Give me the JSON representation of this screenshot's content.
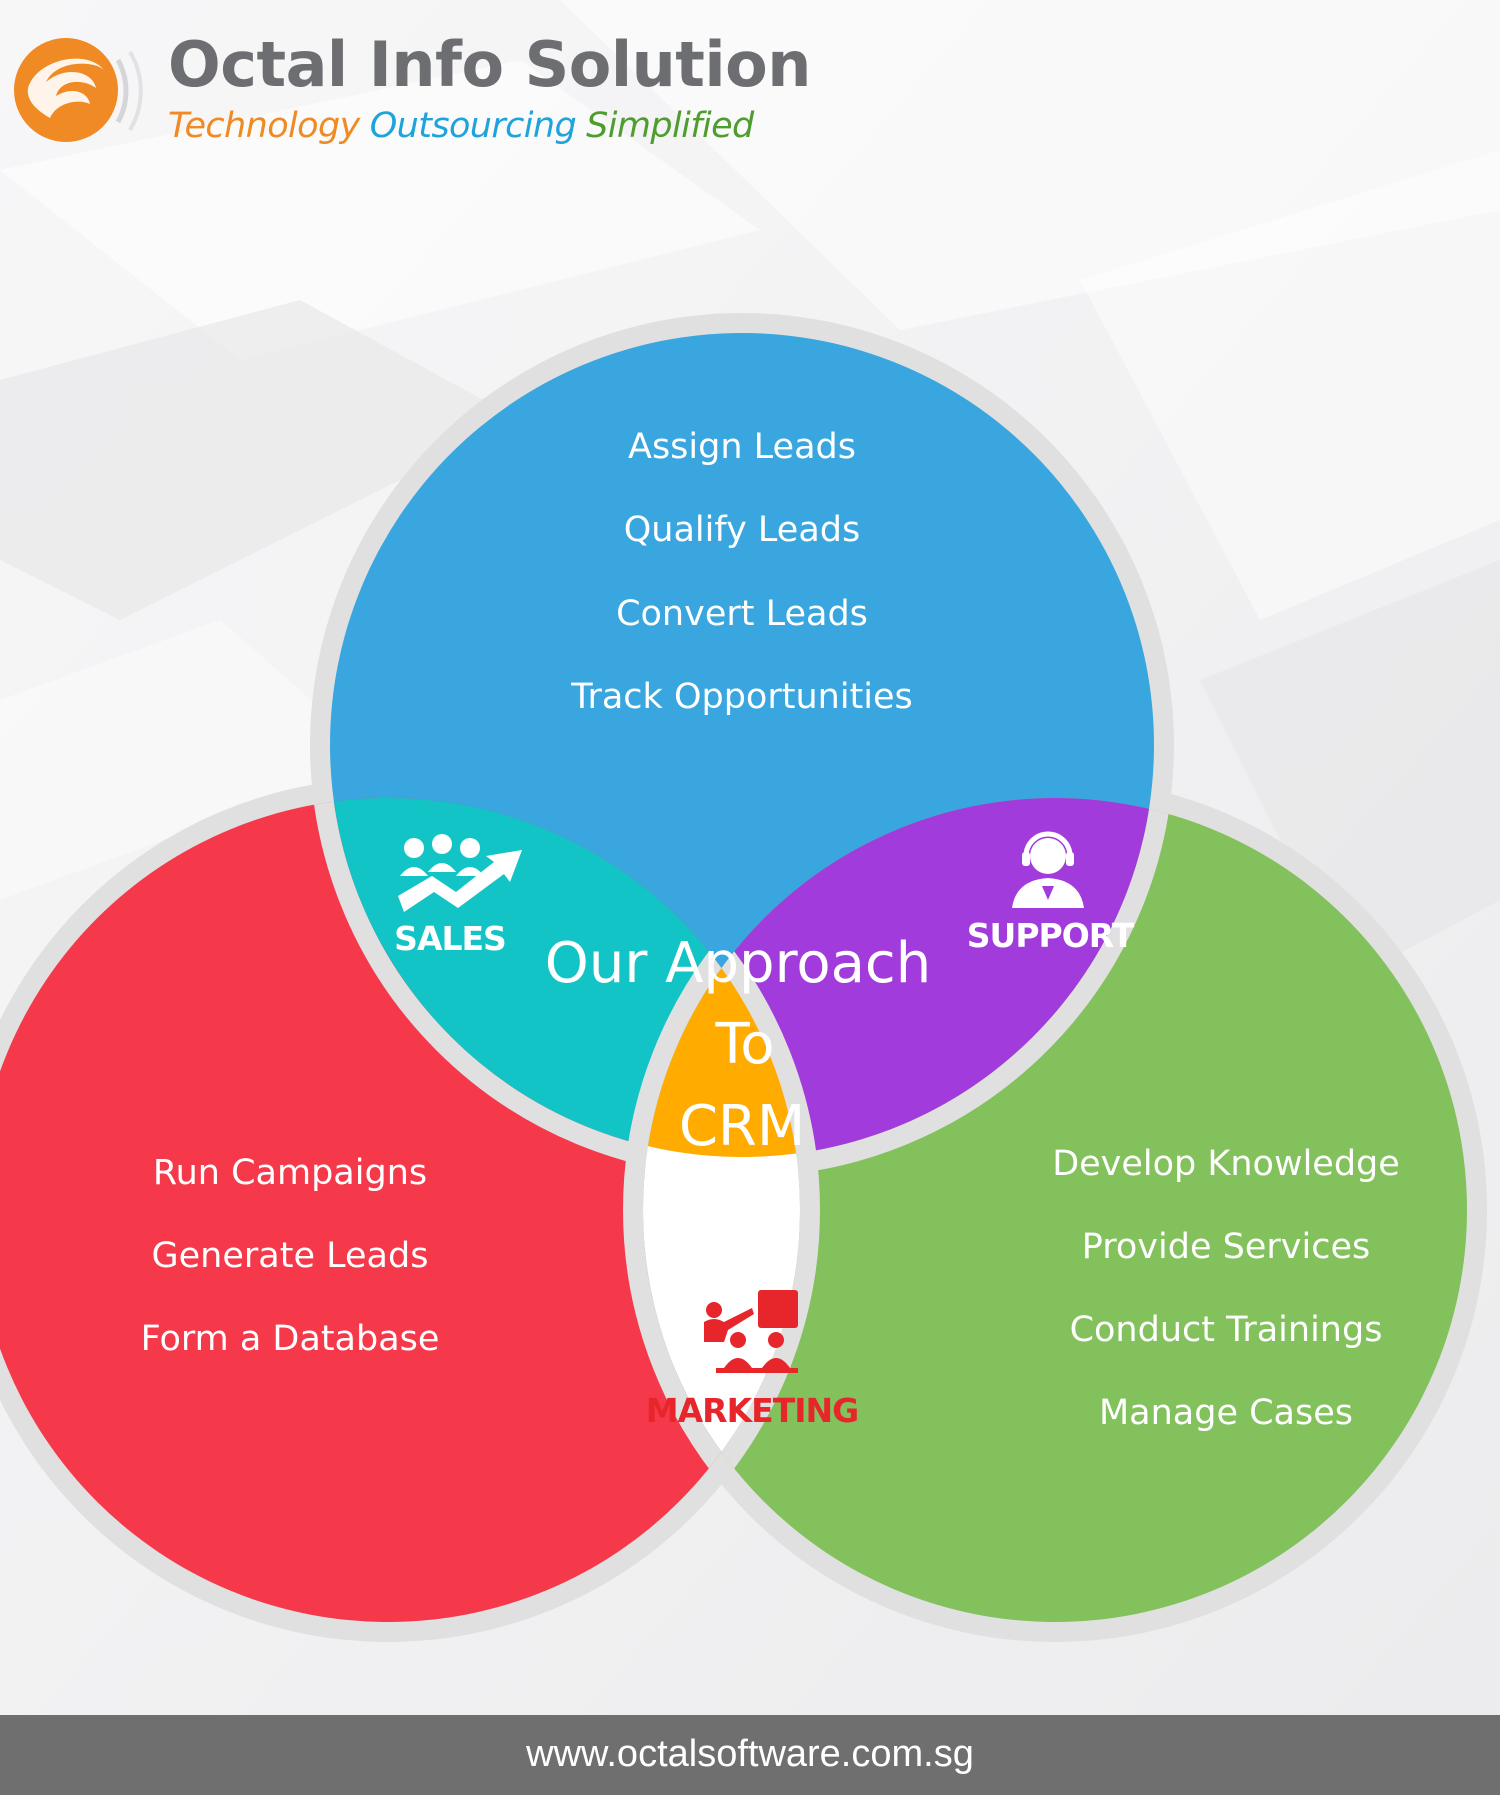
{
  "header": {
    "company_name": "Octal Info Solution",
    "tagline": [
      {
        "text": "Technology",
        "color": "#f08a24"
      },
      {
        "text": "Outsourcing",
        "color": "#1fa3dc"
      },
      {
        "text": "Simplified",
        "color": "#4f9c2f"
      }
    ]
  },
  "colors": {
    "sales_circle": "#3aa6df",
    "marketing_circle": "#f5394a",
    "support_circle": "#82c15b",
    "sales_overlap": "#13c4c6",
    "support_overlap": "#a23bdb",
    "center": "#ffab00",
    "marketing_overlap": "#ffffff",
    "ring": "#e0e0e1",
    "marketing_label": "#e7262b"
  },
  "diagram": {
    "top_items": [
      "Assign Leads",
      "Qualify Leads",
      "Convert Leads",
      "Track Opportunities"
    ],
    "left_items": [
      "Run Campaigns",
      "Generate Leads",
      "Form a Database"
    ],
    "right_items": [
      "Develop Knowledge",
      "Provide Services",
      "Conduct Trainings",
      "Manage Cases"
    ],
    "center_lines": [
      "Our Approach",
      "To",
      "CRM"
    ],
    "sales_label": "SALES",
    "support_label": "SUPPORT",
    "marketing_label": "MARKETING",
    "sales_icon": "sales-growth-icon",
    "support_icon": "support-agent-icon",
    "marketing_icon": "presentation-icon"
  },
  "footer": {
    "url": "www.octalsoftware.com.sg"
  }
}
